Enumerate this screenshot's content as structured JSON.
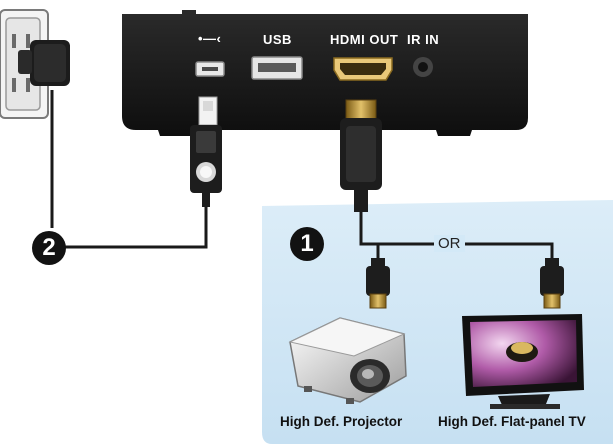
{
  "ports": {
    "usb_symbol": "•—‹",
    "usb": "USB",
    "hdmi_out": "HDMI OUT",
    "ir_in": "IR IN"
  },
  "steps": {
    "one": "1",
    "two": "2"
  },
  "connector": {
    "or": "OR"
  },
  "devices": {
    "projector": "High Def. Projector",
    "tv": "High Def. Flat-panel TV"
  },
  "colors": {
    "panel": "#cde5f5",
    "device_body": "#1a1a1a",
    "cable": "#222222",
    "gold": "#b48a2c"
  }
}
